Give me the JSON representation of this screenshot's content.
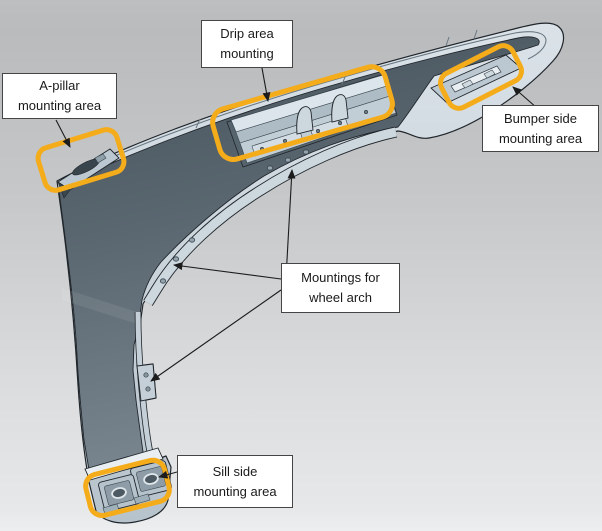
{
  "figure": {
    "description": "CAD model of a car front fender (wing panel) annotated with mounting areas",
    "highlight_color": "#F5AC1A",
    "background_top_color": "#bbbdbf",
    "background_bottom_color": "#e6e8ea",
    "panel_dark_color": "#47545d",
    "panel_light_color": "#c5cfd7",
    "outline_color": "#20262b",
    "label_border_color": "#454545",
    "label_text_color": "#1a1a1a",
    "arrow_color": "#1c1c1c"
  },
  "labels": {
    "apillar": {
      "line1": "A-pillar",
      "line2": "mounting area"
    },
    "drip": {
      "line1": "Drip area",
      "line2": "mounting"
    },
    "bumper": {
      "line1": "Bumper side",
      "line2": "mounting area"
    },
    "wheel_arch": {
      "line1": "Mountings for",
      "line2": "wheel arch"
    },
    "sill": {
      "line1": "Sill side",
      "line2": "mounting area"
    }
  }
}
